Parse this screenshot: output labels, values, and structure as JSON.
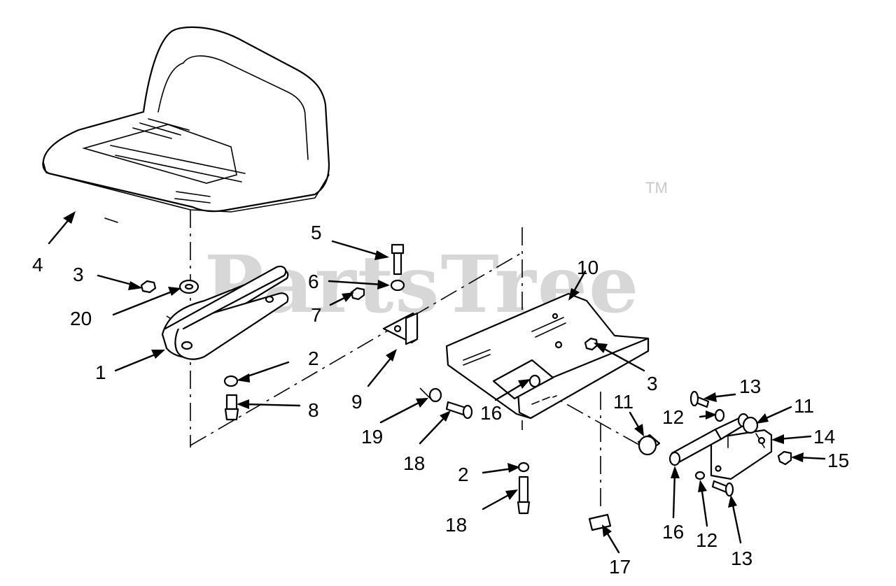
{
  "watermark": {
    "text": "PartsTree",
    "trademark": "TM"
  },
  "callouts": [
    {
      "id": "c4a",
      "label": "4"
    },
    {
      "id": "c3a",
      "label": "3"
    },
    {
      "id": "c20",
      "label": "20"
    },
    {
      "id": "c1",
      "label": "1"
    },
    {
      "id": "c2a",
      "label": "2"
    },
    {
      "id": "c8",
      "label": "8"
    },
    {
      "id": "c5",
      "label": "5"
    },
    {
      "id": "c6",
      "label": "6"
    },
    {
      "id": "c7",
      "label": "7"
    },
    {
      "id": "c9",
      "label": "9"
    },
    {
      "id": "c10",
      "label": "10"
    },
    {
      "id": "c3b",
      "label": "3"
    },
    {
      "id": "c16a",
      "label": "16"
    },
    {
      "id": "c19",
      "label": "19"
    },
    {
      "id": "c18a",
      "label": "18"
    },
    {
      "id": "c2b",
      "label": "2"
    },
    {
      "id": "c18b",
      "label": "18"
    },
    {
      "id": "c17",
      "label": "17"
    },
    {
      "id": "c11a",
      "label": "11"
    },
    {
      "id": "c13a",
      "label": "13"
    },
    {
      "id": "c12a",
      "label": "12"
    },
    {
      "id": "c11b",
      "label": "11"
    },
    {
      "id": "c14",
      "label": "14"
    },
    {
      "id": "c15",
      "label": "15"
    },
    {
      "id": "c16b",
      "label": "16"
    },
    {
      "id": "c12b",
      "label": "12"
    },
    {
      "id": "c13b",
      "label": "13"
    }
  ]
}
